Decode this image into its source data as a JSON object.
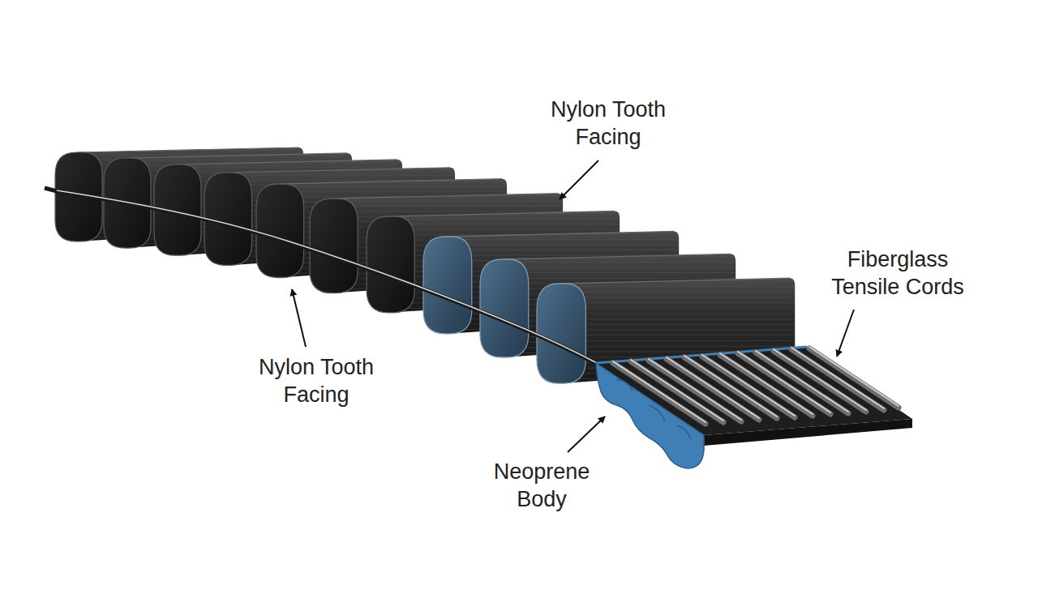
{
  "diagram": {
    "labels": [
      "Nylon Tooth Facing",
      "Fiberglass Tensile Cords",
      "Nylon Tooth Facing",
      "Neoprene Body"
    ]
  }
}
